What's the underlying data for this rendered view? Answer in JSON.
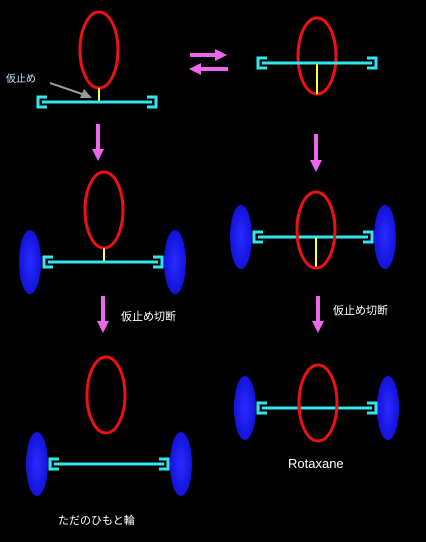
{
  "labels": {
    "temporary_stopper": "仮止め",
    "cut_temporary_stopper_left": "仮止め切断",
    "cut_temporary_stopper_right": "仮止め切断",
    "result_left": "ただのひもと輪",
    "result_right": "Rotaxane"
  },
  "colors": {
    "background": "#000000",
    "ring": "#ee1111",
    "axle": "#33e6ee",
    "stopper_link": "#ffff33",
    "bulky_end": "#1a1aee",
    "arrow": "#ee66ee",
    "pointer_arrow": "#9a9a9a"
  }
}
